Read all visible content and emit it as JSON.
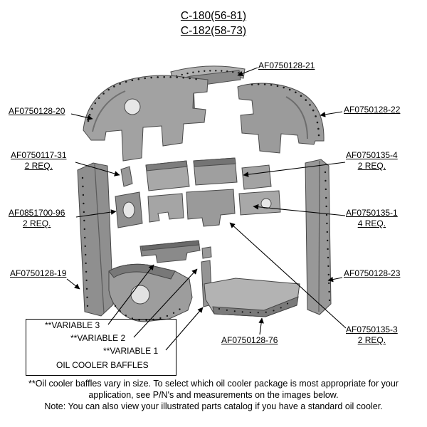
{
  "title": {
    "line1": "C-180(56-81)",
    "line2": "C-182(58-73)"
  },
  "callouts": {
    "c21": {
      "part": "AF0750128-21"
    },
    "c20": {
      "part": "AF0750128-20"
    },
    "c22": {
      "part": "AF0750128-22"
    },
    "c117_31": {
      "part": "AF0750117-31",
      "req": "2 REQ."
    },
    "c135_4": {
      "part": "AF0750135-4",
      "req": "2 REQ."
    },
    "c96": {
      "part": "AF0851700-96",
      "req": "2 REQ."
    },
    "c135_1": {
      "part": "AF0750135-1",
      "req": "4 REQ."
    },
    "c19": {
      "part": "AF0750128-19"
    },
    "c23": {
      "part": "AF0750128-23"
    },
    "c135_3": {
      "part": "AF0750135-3",
      "req": "2 REQ."
    },
    "c76": {
      "part": "AF0750128-76"
    }
  },
  "variables_box": {
    "variable3": "**VARIABLE 3",
    "variable2": "**VARIABLE 2",
    "variable1": "**VARIABLE 1",
    "caption": "OIL COOLER BAFFLES"
  },
  "footnotes": {
    "line1": "**Oil cooler baffles vary in size. To select which oil cooler package is most appropriate for your",
    "line2": "application, see P/N's and measurements on the images below.",
    "line3": "Note: You can also view your illustrated parts catalog if you have a standard oil cooler."
  },
  "colors": {
    "part_gray": "#9d9d9d",
    "part_dark": "#6f6f6f",
    "line": "#000000"
  }
}
